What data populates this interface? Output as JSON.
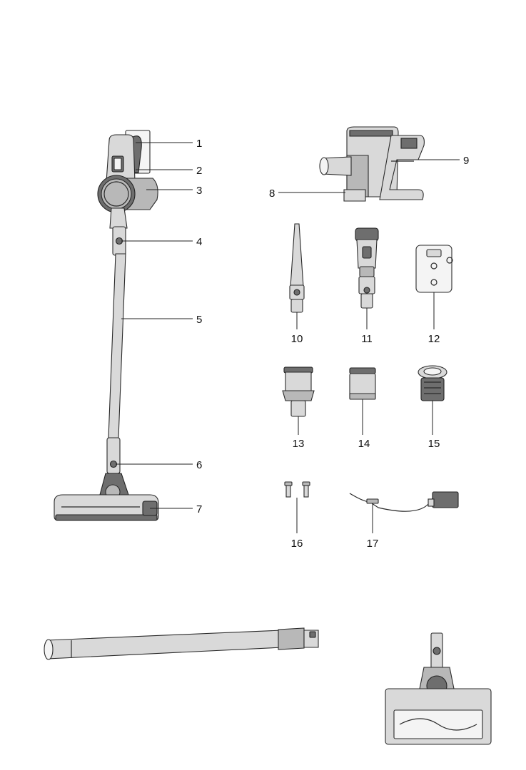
{
  "parts_diagram": {
    "callouts": [
      {
        "id": "1",
        "label": "1"
      },
      {
        "id": "2",
        "label": "2"
      },
      {
        "id": "3",
        "label": "3"
      },
      {
        "id": "4",
        "label": "4"
      },
      {
        "id": "5",
        "label": "5"
      },
      {
        "id": "6",
        "label": "6"
      },
      {
        "id": "7",
        "label": "7"
      },
      {
        "id": "8",
        "label": "8"
      },
      {
        "id": "9",
        "label": "9"
      },
      {
        "id": "10",
        "label": "10"
      },
      {
        "id": "11",
        "label": "11"
      },
      {
        "id": "12",
        "label": "12"
      },
      {
        "id": "13",
        "label": "13"
      },
      {
        "id": "14",
        "label": "14"
      },
      {
        "id": "15",
        "label": "15"
      },
      {
        "id": "16",
        "label": "16"
      },
      {
        "id": "17",
        "label": "17"
      }
    ]
  }
}
